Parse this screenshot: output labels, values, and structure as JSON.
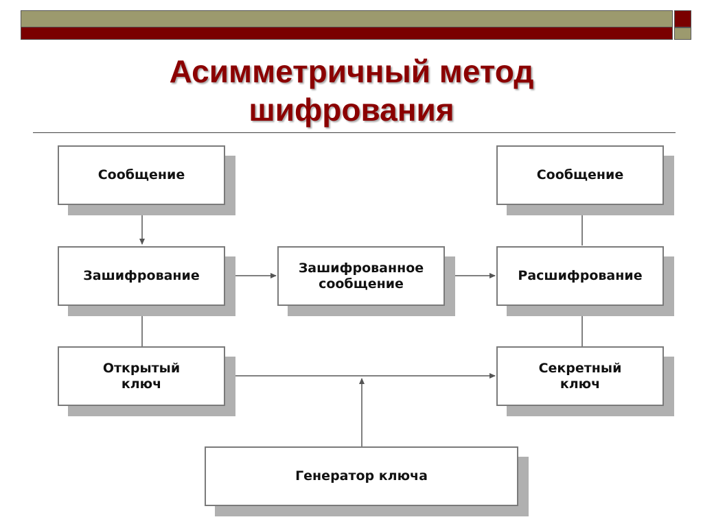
{
  "slide": {
    "title_line1": "Асимметричный метод",
    "title_line2": "шифрования",
    "accent_color": "#8b0000",
    "band_colors": [
      "#9c9a6e",
      "#7a0000"
    ]
  },
  "diagram": {
    "message_left": "Сообщение",
    "message_right": "Сообщение",
    "encryption": "Зашифрование",
    "encrypted_message": "Зашифрованное\nсообщение",
    "decryption": "Расшифрование",
    "public_key": "Открытый\nключ",
    "secret_key": "Секретный\nключ",
    "key_generator": "Генератор ключа"
  }
}
